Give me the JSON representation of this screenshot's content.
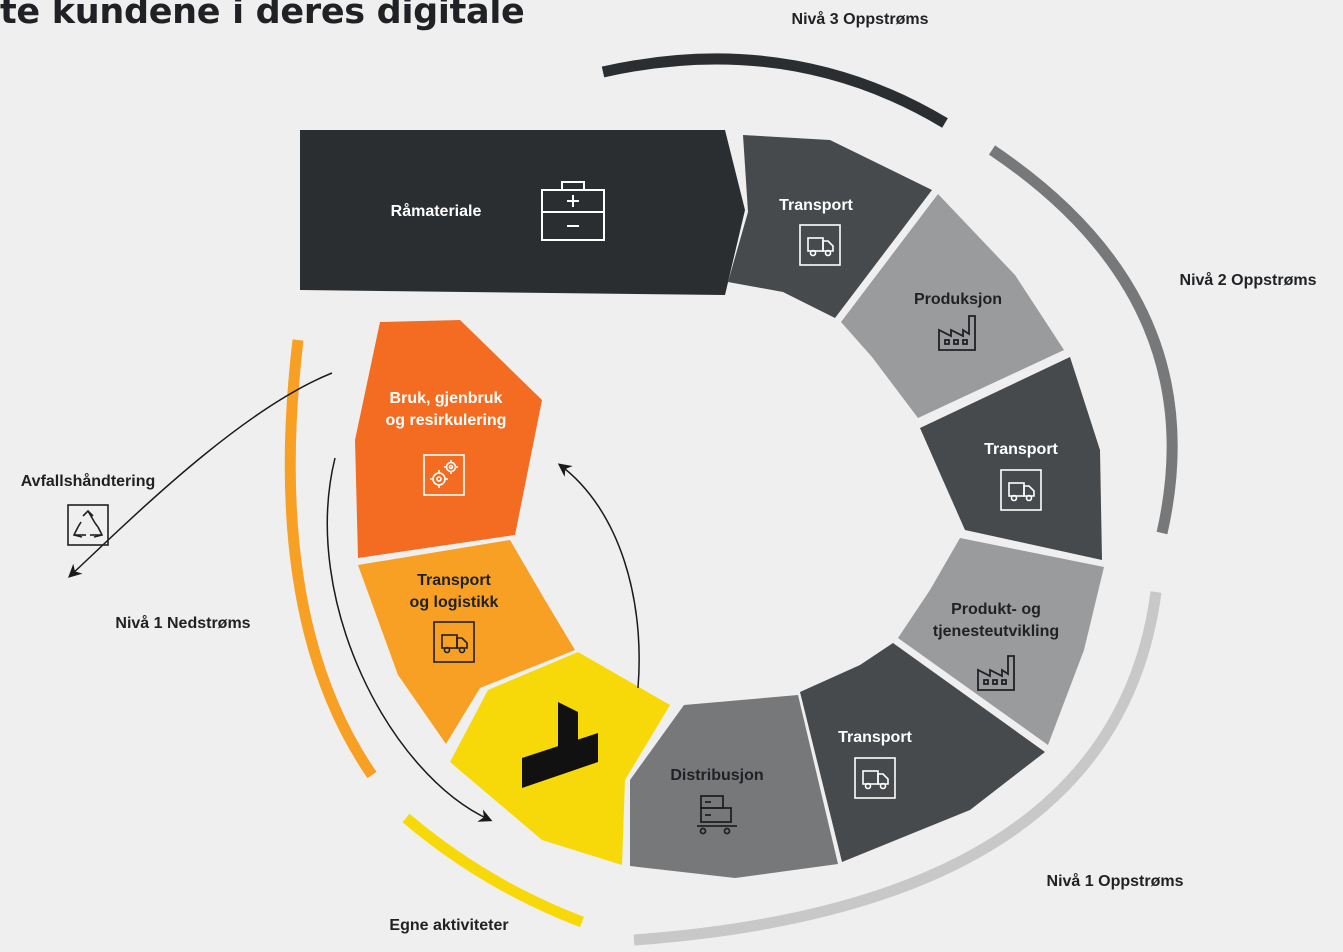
{
  "heading": "te kundene i deres digitale",
  "levels": {
    "tier3_upstream": "Nivå 3 Oppstrøms",
    "tier2_upstream": "Nivå 2 Oppstrøms",
    "tier1_upstream": "Nivå 1 Oppstrøms",
    "tier1_downstream": "Nivå 1 Nedstrøms",
    "own_activities": "Egne aktiviteter"
  },
  "raw_material": {
    "label": "Råmateriale",
    "icon": "toolbox-icon"
  },
  "segments": {
    "transport_top": {
      "label": "Transport",
      "icon": "truck-icon"
    },
    "production": {
      "label": "Produksjon",
      "icon": "factory-icon"
    },
    "transport_right": {
      "label": "Transport",
      "icon": "truck-icon"
    },
    "product_dev": {
      "line1": "Produkt- og",
      "line2": "tjenesteutvikling",
      "icon": "factory-icon"
    },
    "transport_bottom": {
      "label": "Transport",
      "icon": "truck-icon"
    },
    "distribution": {
      "label": "Distribusjon",
      "icon": "pallet-icon"
    },
    "own": {
      "icon": "brand-logo"
    },
    "logistics": {
      "line1": "Transport",
      "line2": "og logistikk",
      "icon": "truck-icon"
    },
    "reuse": {
      "line1": "Bruk, gjenbruk",
      "line2": "og resirkulering",
      "icon": "gears-icon"
    }
  },
  "waste": {
    "label": "Avfallshåndtering",
    "icon": "recycle-icon"
  },
  "colors": {
    "dark": "#2a2e31",
    "darkgrey": "#474a4c",
    "midgrey": "#9a9b9d",
    "slate": "#76787a",
    "yellow": "#f7d90a",
    "orange": "#f7a024",
    "deeporange": "#f46c22",
    "background": "#efefef"
  }
}
